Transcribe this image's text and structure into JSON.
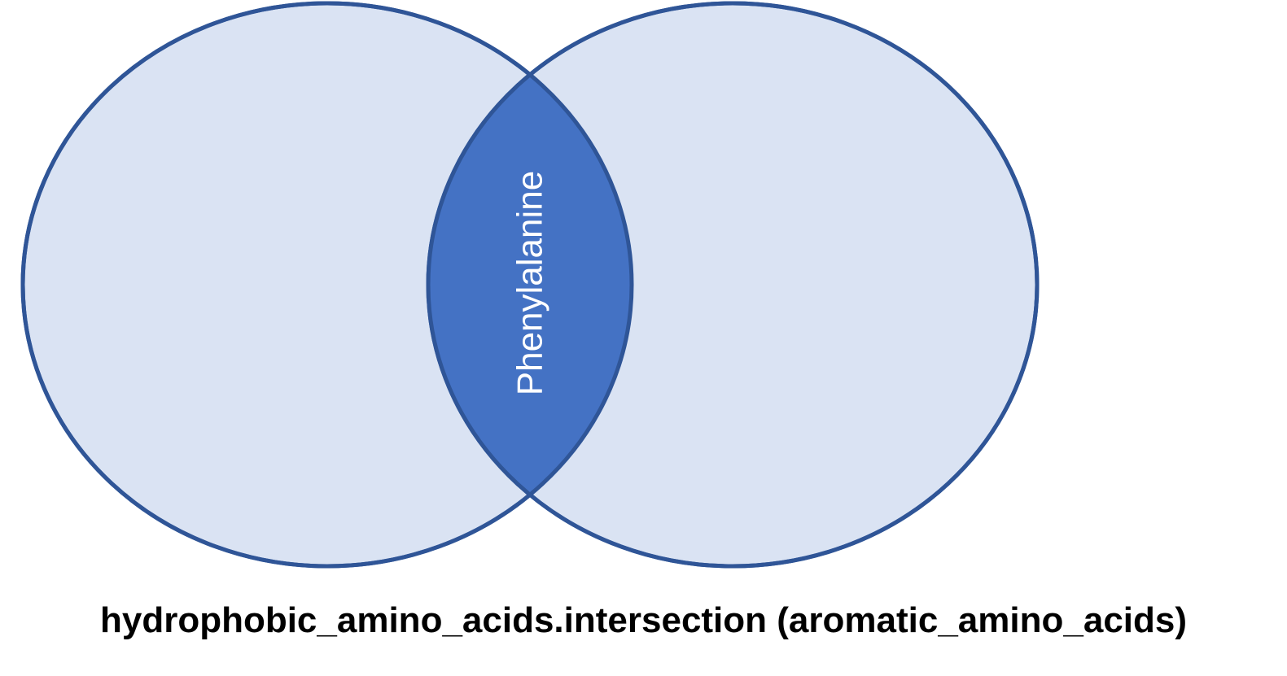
{
  "diagram": {
    "type": "venn",
    "sets": [
      {
        "label": ""
      },
      {
        "label": ""
      }
    ],
    "intersection": {
      "label": "Phenylalanine"
    },
    "colors": {
      "circle_fill": "#DAE3F3",
      "circle_stroke": "#2F5597",
      "intersection_fill": "#4472C4",
      "intersection_text": "#FFFFFF"
    }
  },
  "caption": "hydrophobic_amino_acids.intersection (aromatic_amino_acids)"
}
